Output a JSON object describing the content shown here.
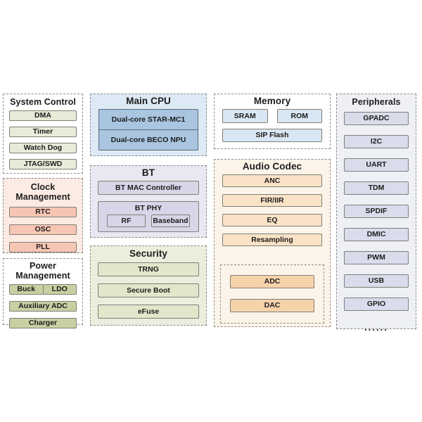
{
  "colors": {
    "dash_border": "#8b8b8b",
    "box_border": "#7f7f78",
    "text": "#1c1c1c",
    "sysctl_box": "#e8ebd8",
    "clock_bg": "#fcebe2",
    "clock_box": "#f7c5b3",
    "power_box": "#c9cfa2",
    "cpu_bg": "#dde9f4",
    "cpu_box": "#a9c5e0",
    "cpu_border": "#5c6b7a",
    "bt_bg": "#e9e7f1",
    "bt_box": "#d9d4e7",
    "security_bg": "#ebeedd",
    "security_box": "#e1e7cb",
    "memory_box": "#d9e6f3",
    "audio_bg": "#fdf4e9",
    "audio_box": "#f9e2c6",
    "conv_box": "#f6d2ab",
    "periph_bg": "#eef0f6",
    "periph_box": "#d9dcea"
  },
  "sections": {
    "system_control": {
      "title": "System Control",
      "items": [
        "DMA",
        "Timer",
        "Watch Dog",
        "JTAG/SWD"
      ]
    },
    "clock_management": {
      "title": "Clock Management",
      "items": [
        "RTC",
        "OSC",
        "PLL"
      ]
    },
    "power_management": {
      "title": "Power Management",
      "split_items": [
        "Buck",
        "LDO"
      ],
      "items": [
        "Auxiliary ADC",
        "Charger"
      ]
    },
    "main_cpu": {
      "title": "Main CPU",
      "items": [
        "Dual-core STAR-MC1",
        "Dual-core BECO NPU"
      ]
    },
    "bt": {
      "title": "BT",
      "mac_label": "BT MAC Controller",
      "phy": {
        "title": "BT PHY",
        "items": [
          "RF",
          "Baseband"
        ]
      }
    },
    "security": {
      "title": "Security",
      "items": [
        "TRNG",
        "Secure Boot",
        "eFuse"
      ]
    },
    "memory": {
      "title": "Memory",
      "split_items": [
        "SRAM",
        "ROM"
      ],
      "items": [
        "SIP Flash"
      ]
    },
    "audio_codec": {
      "title": "Audio Codec",
      "items": [
        "ANC",
        "FIR/IIR",
        "EQ",
        "Resampling"
      ],
      "converter_items": [
        "ADC",
        "DAC"
      ]
    },
    "peripherals": {
      "title": "Peripherals",
      "items": [
        "GPADC",
        "I2C",
        "UART",
        "TDM",
        "SPDIF",
        "DMIC",
        "PWM",
        "USB",
        "GPIO"
      ],
      "more": "......"
    }
  }
}
